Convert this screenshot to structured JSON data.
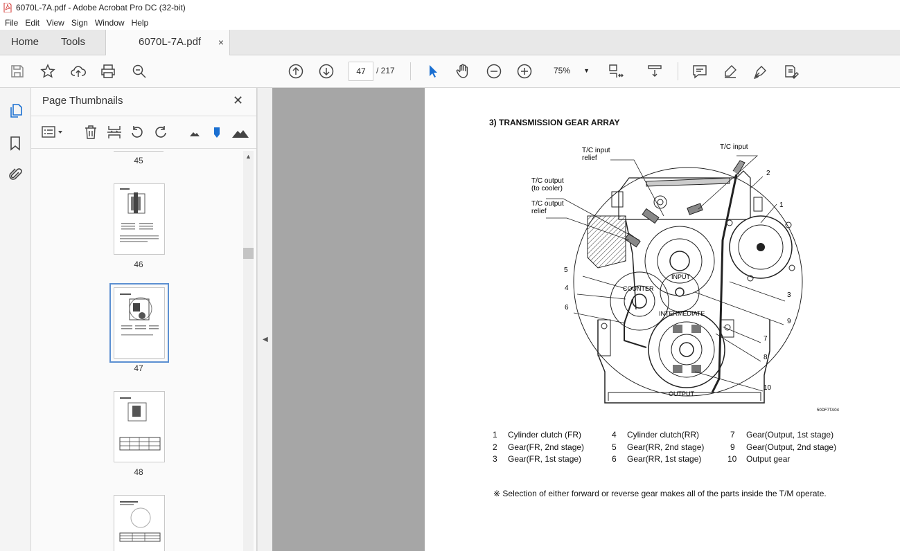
{
  "window": {
    "title": "6070L-7A.pdf - Adobe Acrobat Pro DC (32-bit)"
  },
  "menu": [
    "File",
    "Edit",
    "View",
    "Sign",
    "Window",
    "Help"
  ],
  "tabs": {
    "home": "Home",
    "tools": "Tools",
    "document": "6070L-7A.pdf",
    "close": "×"
  },
  "toolbar": {
    "page_current": "47",
    "page_total": "/ 217",
    "zoom": "75%"
  },
  "panel": {
    "title": "Page Thumbnails",
    "close": "✕",
    "thumbnails": [
      {
        "label": "45"
      },
      {
        "label": "46"
      },
      {
        "label": "47",
        "selected": true
      },
      {
        "label": "48"
      }
    ]
  },
  "page": {
    "section_title": "3) TRANSMISSION GEAR ARRAY",
    "callouts": {
      "tc_input_relief_1": "T/C input",
      "tc_input_relief_2": "relief",
      "tc_input": "T/C input",
      "tc_output_cooler_1": "T/C output",
      "tc_output_cooler_2": "(to cooler)",
      "tc_output_relief_1": "T/C output",
      "tc_output_relief_2": "relief",
      "counter": "COUNTER",
      "input": "INPUT",
      "intermediate": "INTERMEDIATE",
      "output": "OUTPUT",
      "figure_code": "50DF7TA04",
      "n1": "1",
      "n2": "2",
      "n3": "3",
      "n4": "4",
      "n5": "5",
      "n6": "6",
      "n7": "7",
      "n8": "8",
      "n9": "9",
      "n10": "10"
    },
    "legend": [
      [
        {
          "n": "1",
          "t": "Cylinder clutch (FR)"
        },
        {
          "n": "4",
          "t": "Cylinder clutch(RR)"
        },
        {
          "n": "7",
          "t": "Gear(Output, 1st stage)"
        }
      ],
      [
        {
          "n": "2",
          "t": "Gear(FR, 2nd stage)"
        },
        {
          "n": "5",
          "t": "Gear(RR, 2nd stage)"
        },
        {
          "n": "9",
          "t": "Gear(Output, 2nd stage)"
        }
      ],
      [
        {
          "n": "3",
          "t": "Gear(FR, 1st stage)"
        },
        {
          "n": "6",
          "t": "Gear(RR, 1st stage)"
        },
        {
          "n": "10",
          "t": "Output gear"
        }
      ]
    ],
    "note": "※ Selection of either forward or reverse gear makes all of the parts inside the T/M operate."
  },
  "colors": {
    "selection": "#5b8fd1",
    "accent_blue": "#1a6fd1",
    "canvas": "#a6a6a6"
  }
}
